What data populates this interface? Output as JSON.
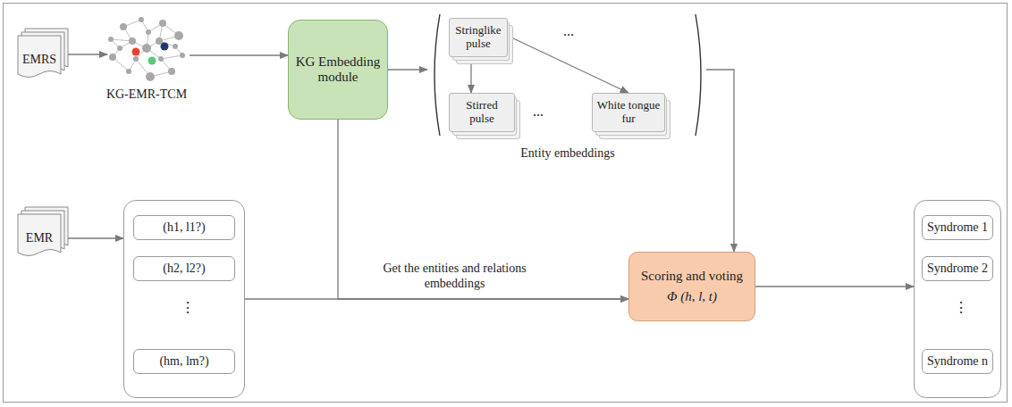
{
  "diagram": {
    "nodes": [
      {
        "text": [
          "EMRS"
        ]
      },
      {
        "text": [
          "KG-EMR-TCM"
        ]
      },
      {
        "text": [
          "KG Embedding module"
        ]
      },
      {
        "text": [
          "Entity embeddings"
        ]
      },
      {
        "text": [
          "Stringlike pulse"
        ],
        "in": 3
      },
      {
        "text": [
          "Stirred pulse"
        ],
        "in": 3
      },
      {
        "text": [
          "White tongue fur"
        ],
        "in": 3
      },
      {
        "text": [
          "EMR"
        ]
      },
      {
        "text": []
      },
      {
        "text": [
          "(h1, l1?)"
        ],
        "in": 8
      },
      {
        "text": [
          "(h2, l2?)"
        ],
        "in": 8
      },
      {
        "text": [
          "(hm, lm?)"
        ],
        "in": 8
      },
      {
        "text": [
          "Scoring and voting",
          "Φ (h, l, t)"
        ]
      },
      {
        "text": []
      },
      {
        "text": [
          "Syndrome 1"
        ],
        "in": 13
      },
      {
        "text": [
          "Syndrome 2"
        ],
        "in": 13
      },
      {
        "text": [
          "Syndrome n"
        ],
        "in": 13
      }
    ],
    "edges": [
      {
        "from": 0,
        "to": 1,
        "arrow": "to"
      },
      {
        "from": 1,
        "to": 2,
        "arrow": "to"
      },
      {
        "from": 2,
        "to": 3,
        "arrow": "to"
      },
      {
        "from": 4,
        "to": 5,
        "arrow": "to"
      },
      {
        "from": 4,
        "to": 6,
        "arrow": "to"
      },
      {
        "from": 3,
        "to": 12,
        "arrow": "to"
      },
      {
        "from": 7,
        "to": 8,
        "arrow": "to"
      },
      {
        "from": 8,
        "to": 12,
        "label": "Get the entities and relations embeddings",
        "arrow": "to"
      },
      {
        "from": 2,
        "to": 12,
        "arrow": "to"
      },
      {
        "from": 12,
        "to": 13,
        "arrow": "to"
      }
    ],
    "labels": [
      "...",
      "...",
      "⋮",
      "⋮"
    ]
  }
}
